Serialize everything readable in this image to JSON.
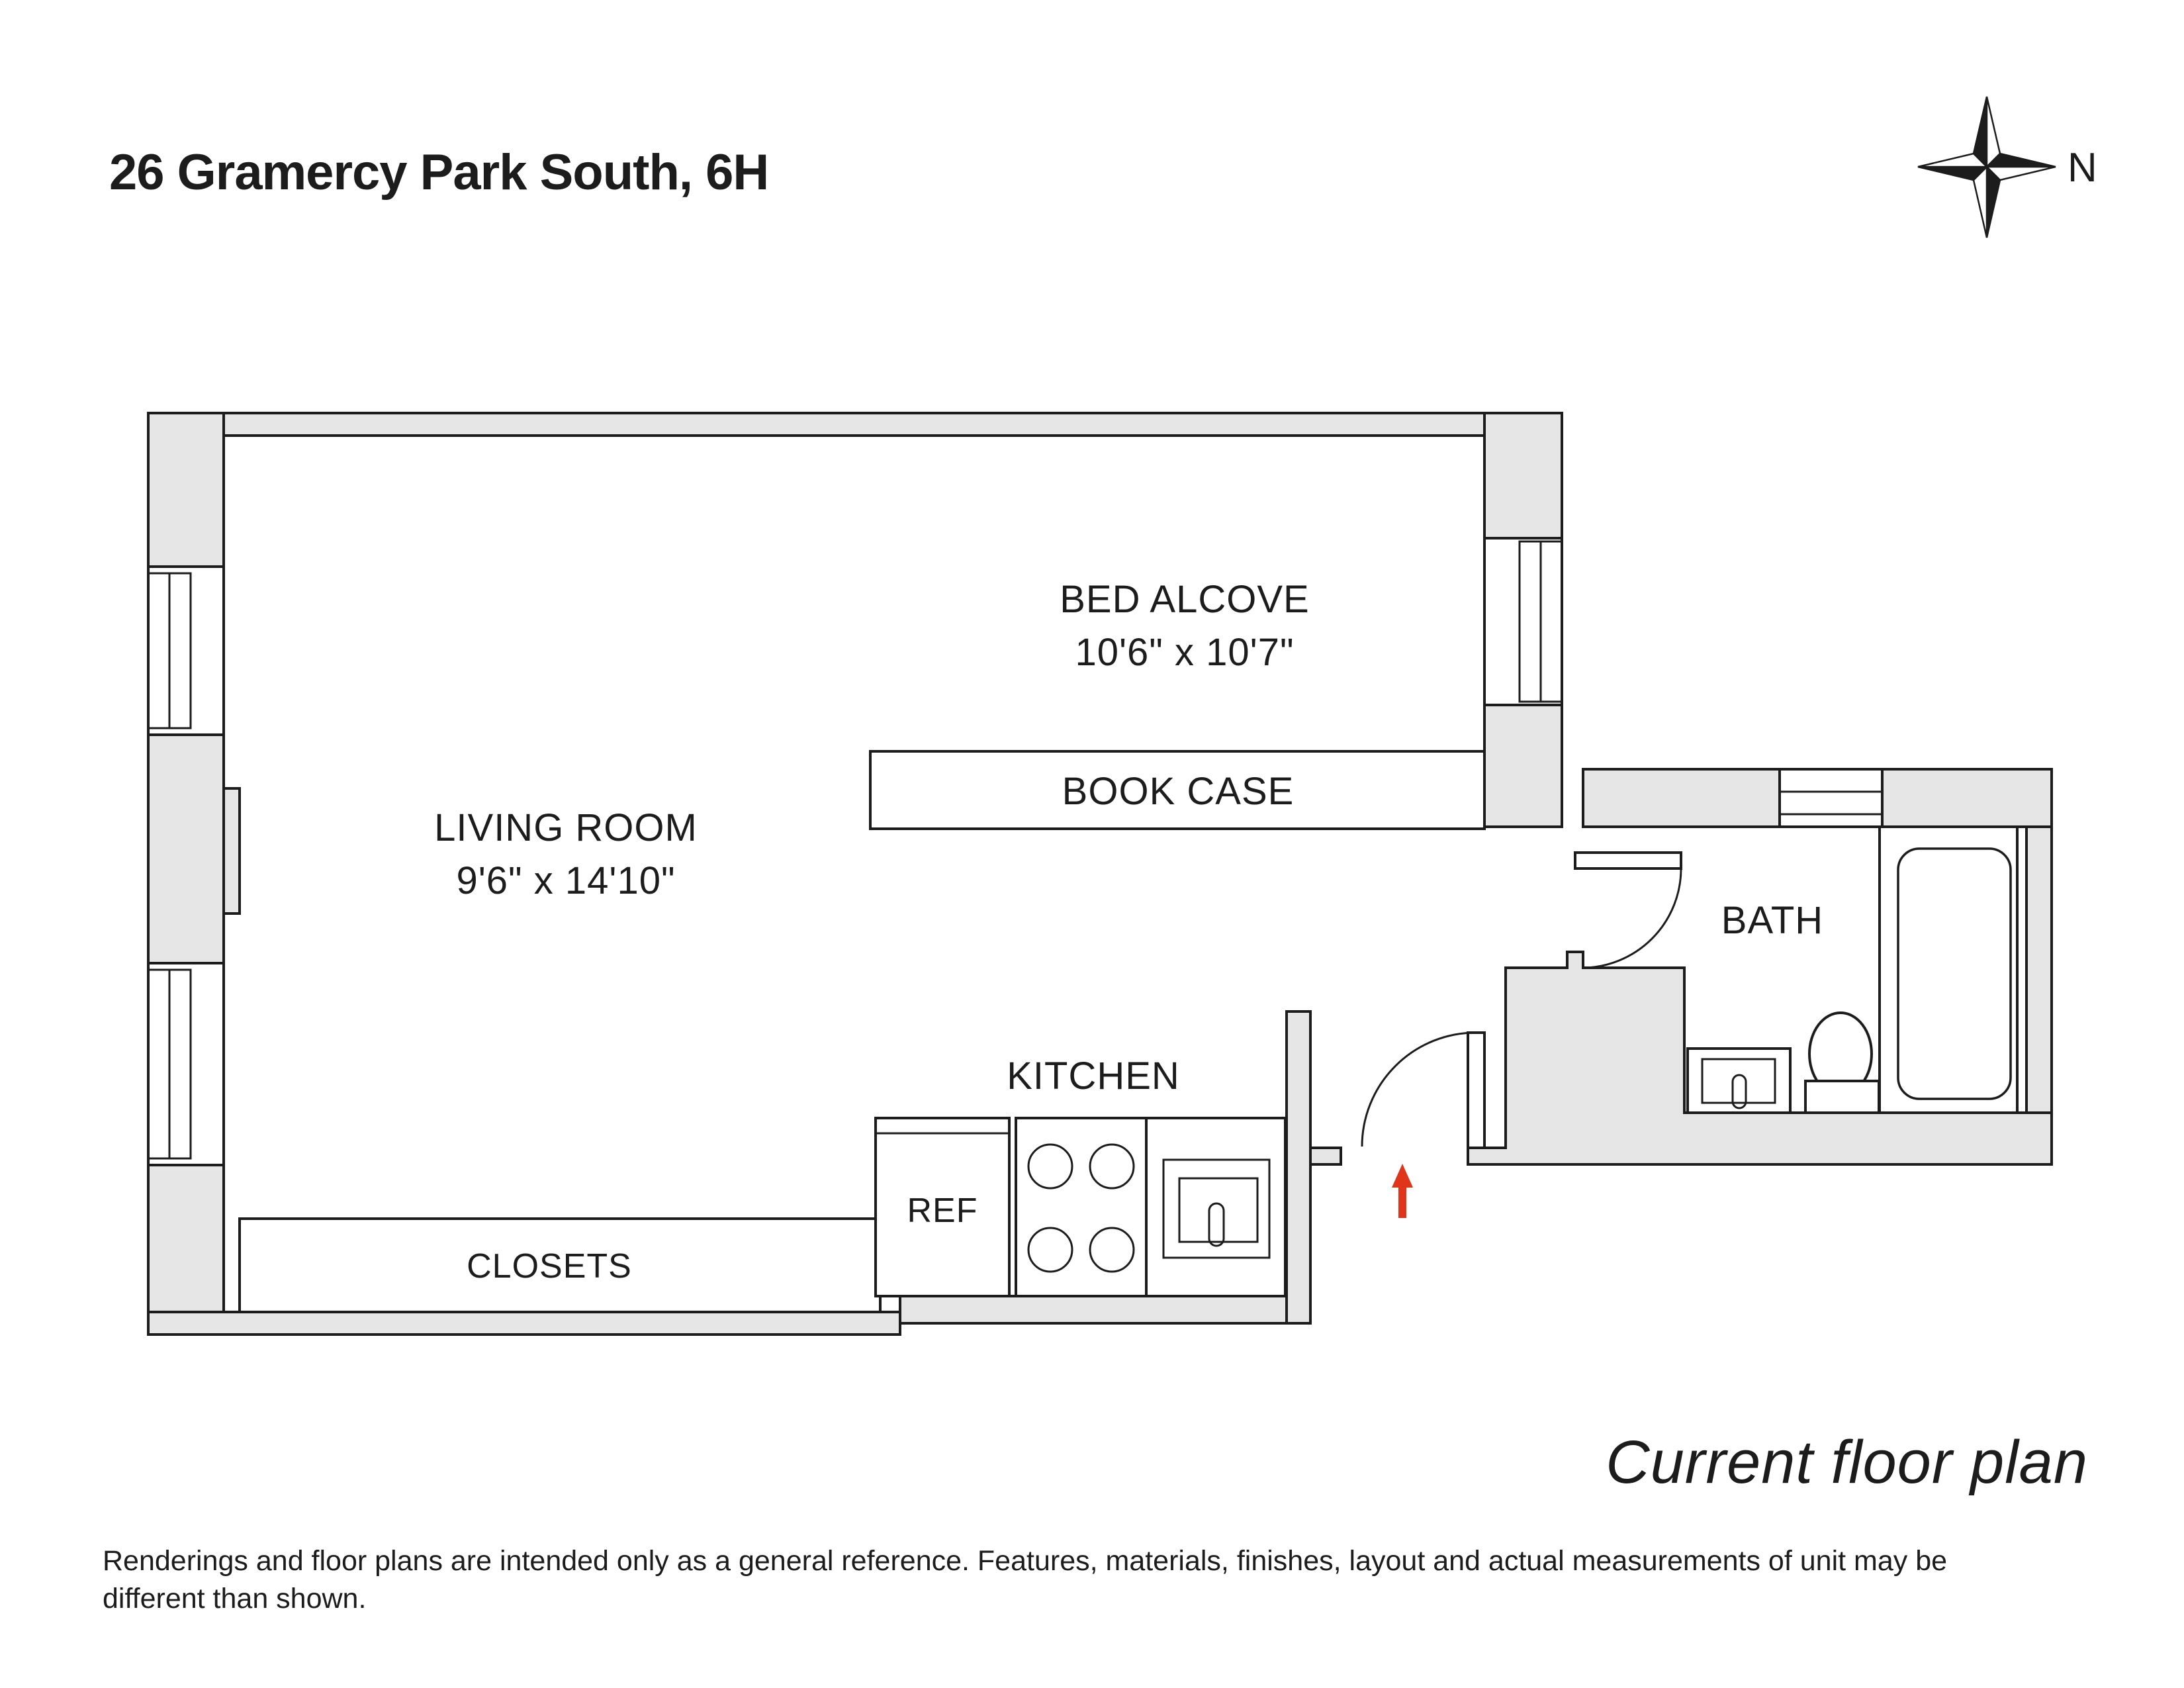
{
  "header": {
    "title": "26 Gramercy Park South, 6H"
  },
  "compass": {
    "label": "N"
  },
  "rooms": {
    "bed_alcove": {
      "name": "BED ALCOVE",
      "dims": "10'6\" x 10'7\""
    },
    "living_room": {
      "name": "LIVING ROOM",
      "dims": "9'6\" x 14'10\""
    },
    "book_case": {
      "name": "BOOK CASE"
    },
    "bath": {
      "name": "BATH"
    },
    "kitchen": {
      "name": "KITCHEN"
    },
    "ref": {
      "name": "REF"
    },
    "closets": {
      "name": "CLOSETS"
    }
  },
  "footer": {
    "caption": "Current floor plan",
    "disclaimer_line1": "Renderings and floor plans are intended only as a general reference. Features, materials, finishes, layout and actual measurements of unit may be",
    "disclaimer_line2": "different than shown."
  },
  "colors": {
    "wall_fill": "#e6e6e6",
    "line": "#1c1c1c",
    "arrow": "#e0341b",
    "page_bg": "#ffffff"
  }
}
